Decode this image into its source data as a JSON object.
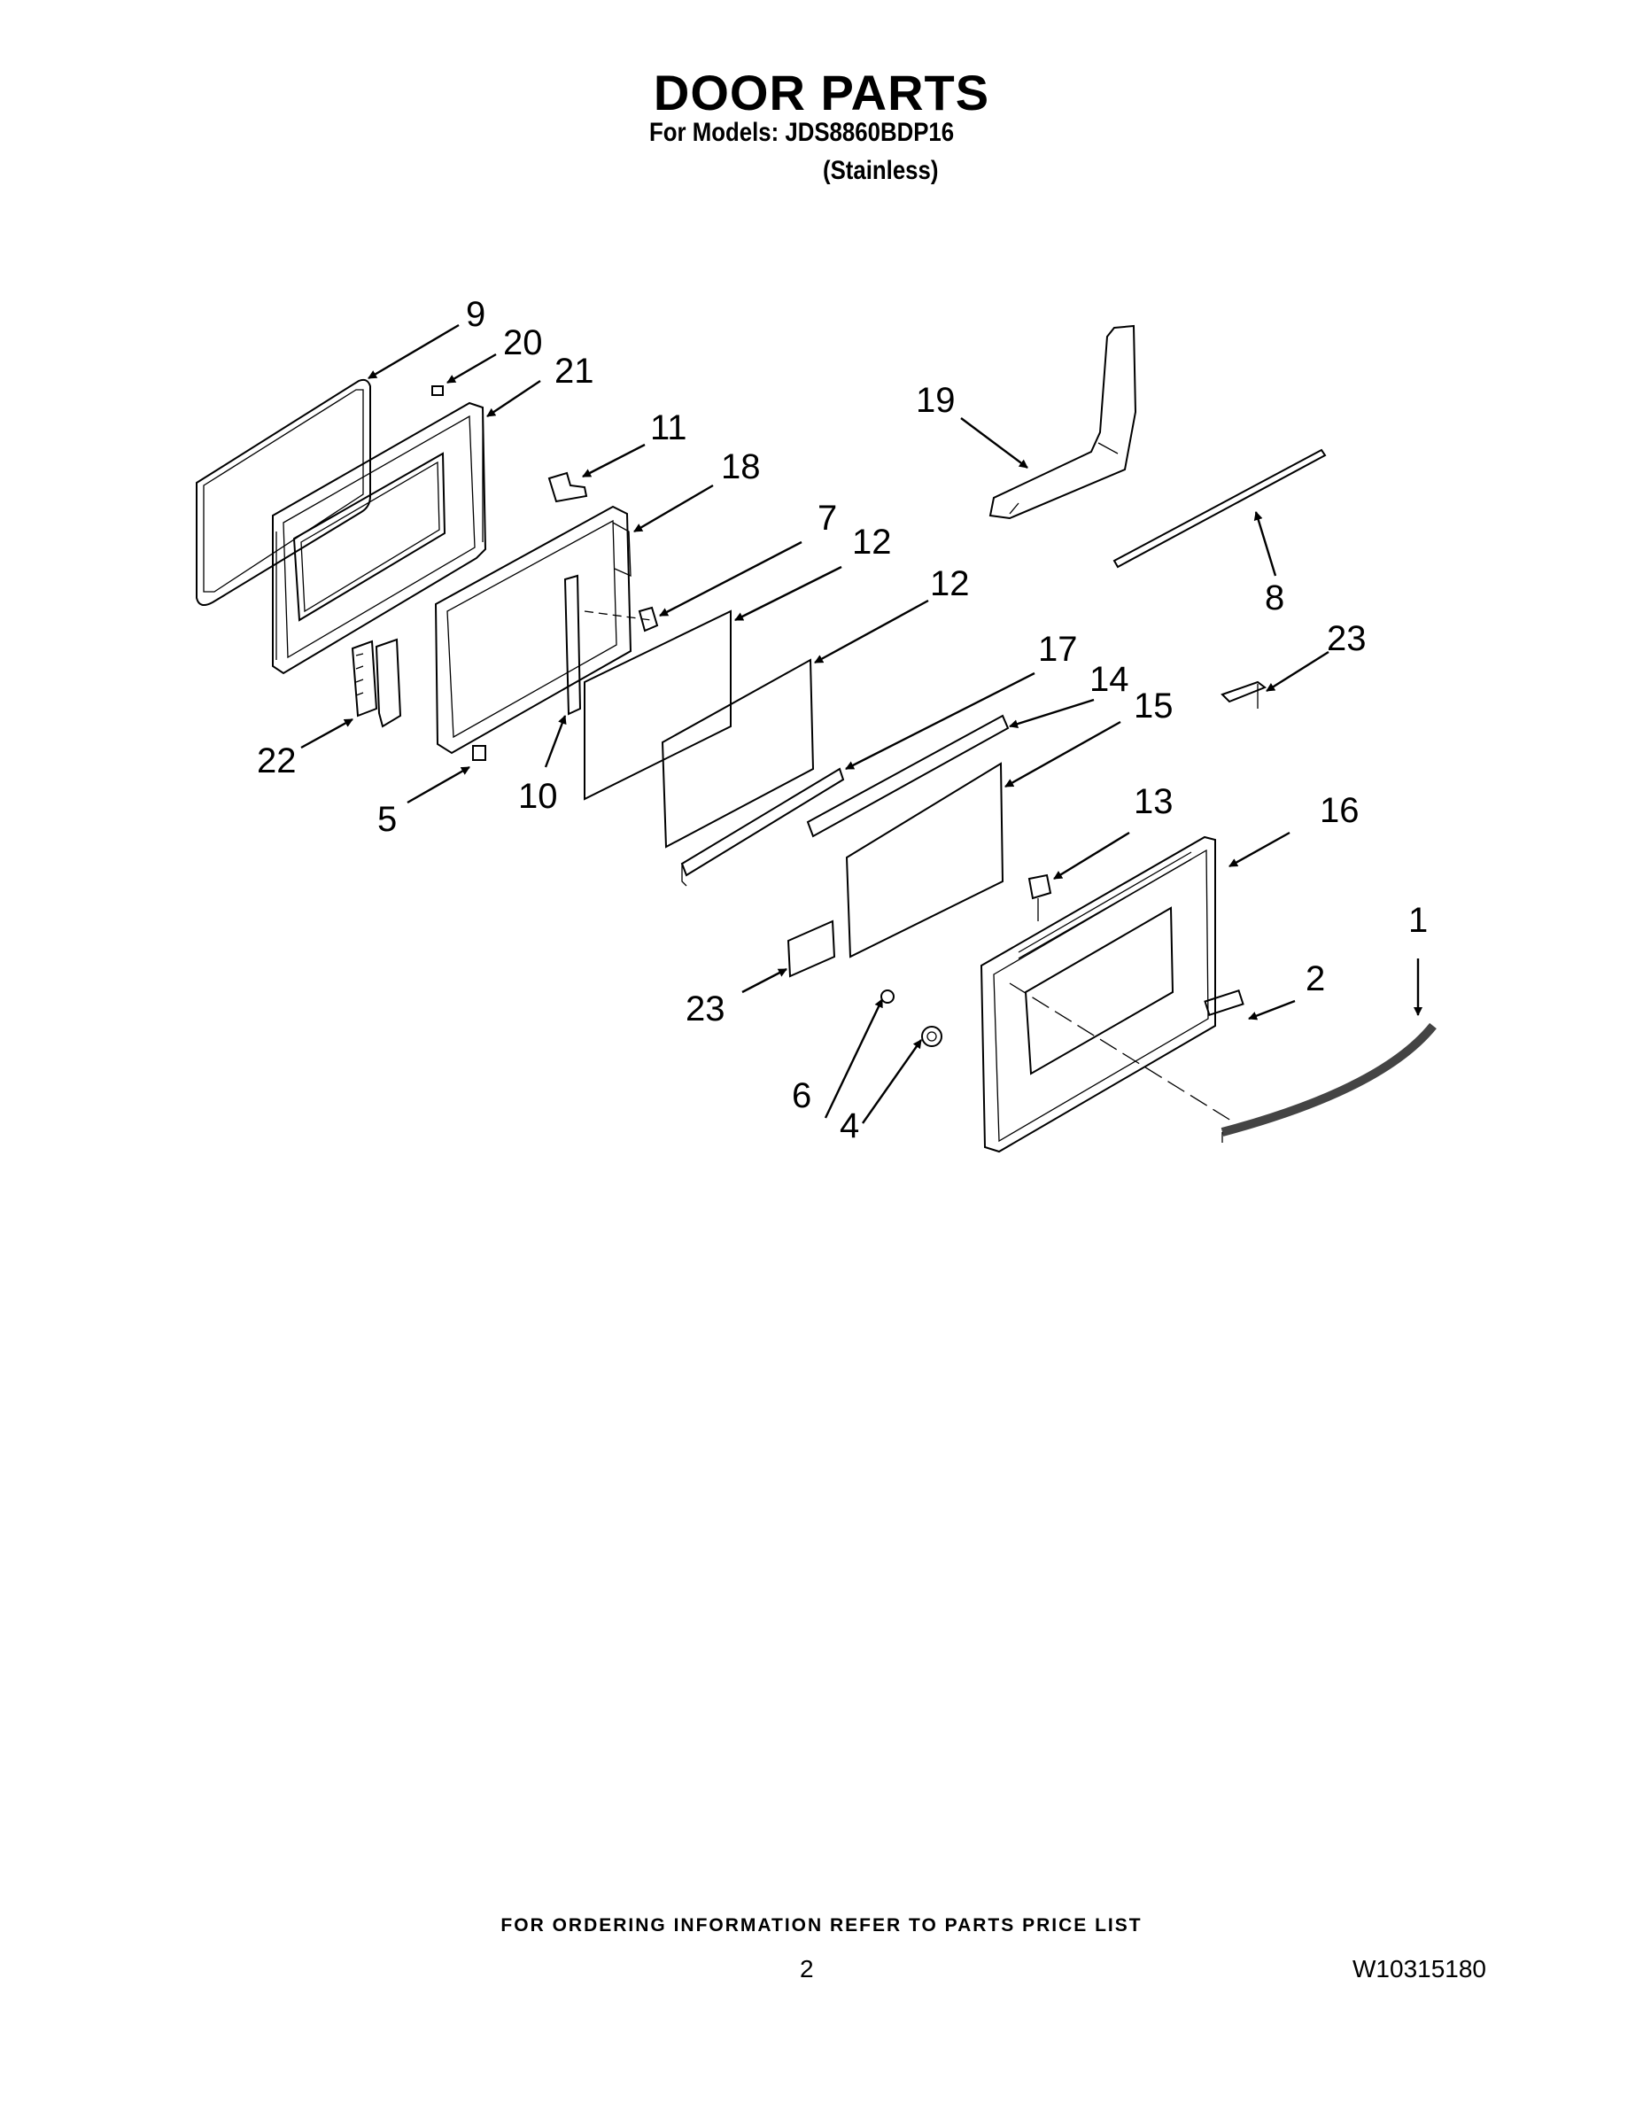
{
  "header": {
    "title": "DOOR PARTS",
    "models_line": "For Models: JDS8860BDP16",
    "variant_line": "(Stainless)"
  },
  "callouts": {
    "c9": "9",
    "c20": "20",
    "c21": "21",
    "c11": "11",
    "c18": "18",
    "c7": "7",
    "c12a": "12",
    "c12b": "12",
    "c17": "17",
    "c14": "14",
    "c15": "15",
    "c19": "19",
    "c8": "8",
    "c23a": "23",
    "c22": "22",
    "c5": "5",
    "c10": "10",
    "c13": "13",
    "c16": "16",
    "c1": "1",
    "c2": "2",
    "c23b": "23",
    "c6": "6",
    "c4": "4"
  },
  "footer": {
    "note": "FOR ORDERING INFORMATION REFER TO PARTS PRICE LIST",
    "page": "2",
    "doc_number": "W10315180"
  }
}
